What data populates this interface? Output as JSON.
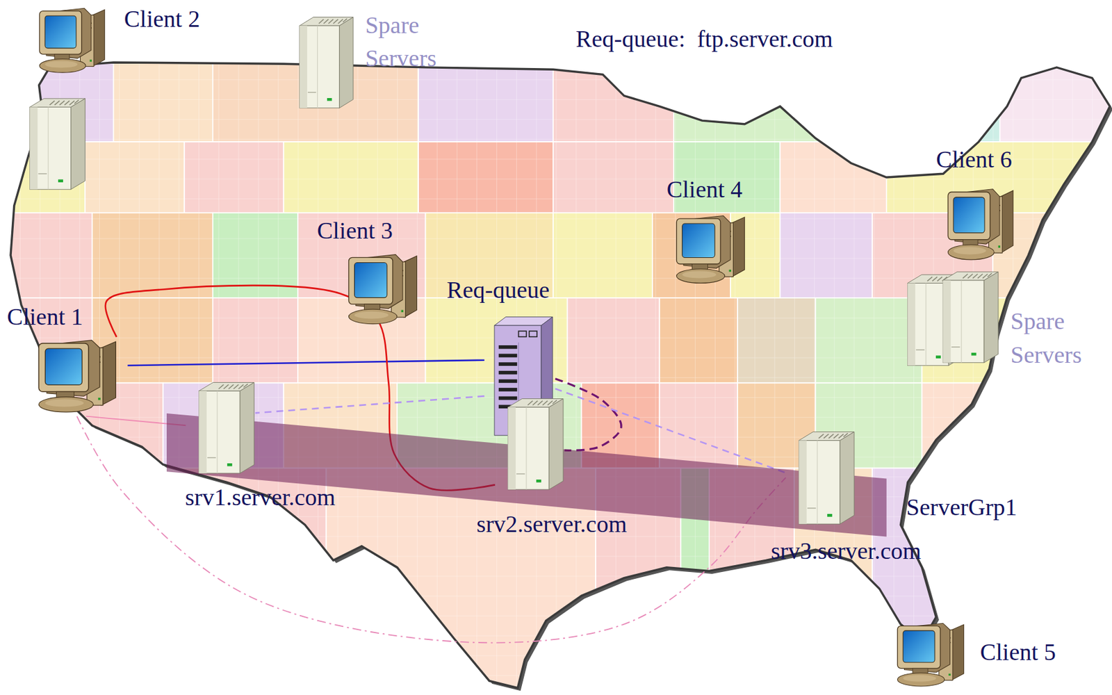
{
  "diagram": {
    "nodes": [
      {
        "text": [
          "Client 2"
        ]
      },
      {
        "text": [
          "Spare Servers"
        ]
      },
      {
        "text": [
          "Client 6"
        ]
      },
      {
        "text": [
          "Client 4"
        ]
      },
      {
        "text": [
          "Client 3"
        ]
      },
      {
        "text": [
          "Req-queue"
        ]
      },
      {
        "text": [
          "Client 1"
        ]
      },
      {
        "text": [
          "Spare Servers"
        ]
      },
      {
        "text": [
          "ServerGrp1"
        ]
      },
      {
        "text": [
          "srv1.server.com"
        ],
        "in": 8
      },
      {
        "text": [
          "srv2.server.com"
        ],
        "in": 8
      },
      {
        "text": [
          "srv3.server.com"
        ],
        "in": 8
      },
      {
        "text": [
          "Client 5"
        ]
      }
    ],
    "edges": [
      {
        "from": 6,
        "to": 5,
        "arrow": "none"
      },
      {
        "from": 6,
        "to": 9,
        "arrow": "none"
      },
      {
        "from": 6,
        "to": 10,
        "arrow": "none"
      },
      {
        "from": 6,
        "to": 11,
        "arrow": "none"
      },
      {
        "from": 5,
        "to": 9,
        "arrow": "none"
      },
      {
        "from": 5,
        "to": 10,
        "arrow": "none"
      },
      {
        "from": 5,
        "to": 11,
        "arrow": "none"
      }
    ],
    "labels": [
      "Req-queue:  ftp.server.com"
    ]
  }
}
